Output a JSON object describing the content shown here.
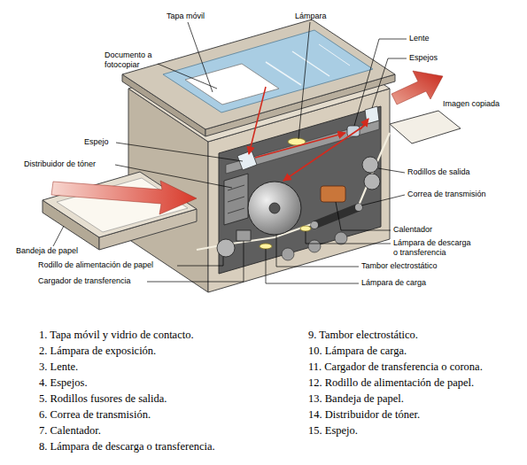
{
  "diagram": {
    "labels": [
      "Tapa móvil",
      "Lámpara",
      "Lente",
      "Espejos",
      "Documento a fotocopiar",
      "Imagen copiada",
      "Espejo",
      "Distribuidor de tóner",
      "Rodillos de salida",
      "Correa de transmisión",
      "Bandeja de papel",
      "Calentador",
      "Lámpara de descarga o transferencia",
      "Tambor electrostático",
      "Rodillo de alimentación de papel",
      "Cargador de transferencia",
      "Lámpara de carga",
      "1. Tapa móvil y vidrio de contacto.",
      "2. Lámpara de exposición.",
      "3. Lente.",
      "4. Espejos.",
      "5. Rodillos fusores de salida.",
      "6. Correa de transmisión.",
      "7. Calentador.",
      "8. Lámpara de descarga o transferencia.",
      "9. Tambor electrostático.",
      "10. Lámpara de carga.",
      "11. Cargador de transferencia o corona.",
      "12. Rodillo de alimentación de papel.",
      "13. Bandeja de papel.",
      "14. Distribuidor de tóner.",
      "15. Espejo."
    ]
  }
}
